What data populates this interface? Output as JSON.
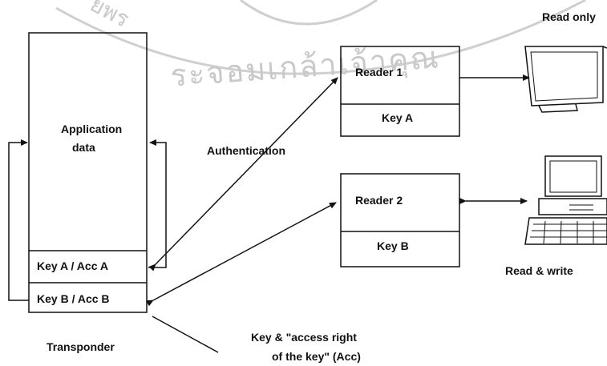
{
  "watermark": {
    "text": "ระจอมเกล้าเจ้าคุณ",
    "fragment_left": "ยพร",
    "color": "#c9c9c9"
  },
  "transponder": {
    "app_data_line1": "Application",
    "app_data_line2": "data",
    "key_a_row": "Key A / Acc A",
    "key_b_row": "Key B / Acc B",
    "caption": "Transponder"
  },
  "reader1": {
    "name": "Reader 1",
    "key": "Key A"
  },
  "reader2": {
    "name": "Reader 2",
    "key": "Key B"
  },
  "labels": {
    "authentication": "Authentication",
    "read_only": "Read only",
    "read_write": "Read & write",
    "key_note_line1": "Key & \"access right",
    "key_note_line2": "of the key\" (Acc)"
  },
  "icons": {
    "terminal_read_only": "computer-terminal-icon",
    "terminal_read_write": "computer-terminal-with-keyboard-icon"
  }
}
